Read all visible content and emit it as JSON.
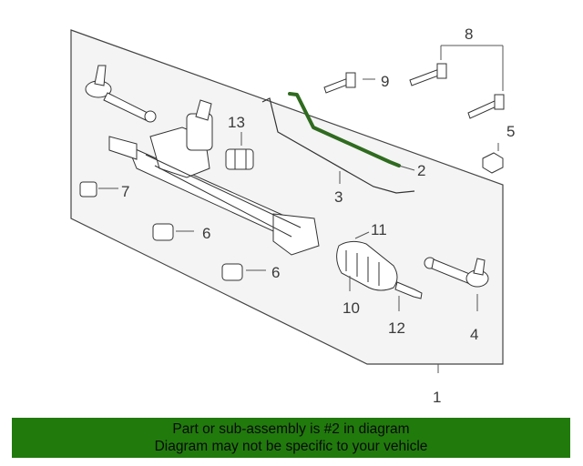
{
  "diagram": {
    "callouts": {
      "c1": "1",
      "c2": "2",
      "c3": "3",
      "c4": "4",
      "c5": "5",
      "c6a": "6",
      "c6b": "6",
      "c7": "7",
      "c8": "8",
      "c9": "9",
      "c10": "10",
      "c11": "11",
      "c12": "12",
      "c13": "13"
    },
    "highlight_part": "2",
    "colors": {
      "highlight": "#2f6b1f",
      "line": "#333333",
      "panel": "#f3f3f3",
      "banner": "#217a0c"
    }
  },
  "banner": {
    "line1": "Part or sub-assembly is #2 in diagram",
    "line2": "Diagram may not be specific to your vehicle"
  }
}
